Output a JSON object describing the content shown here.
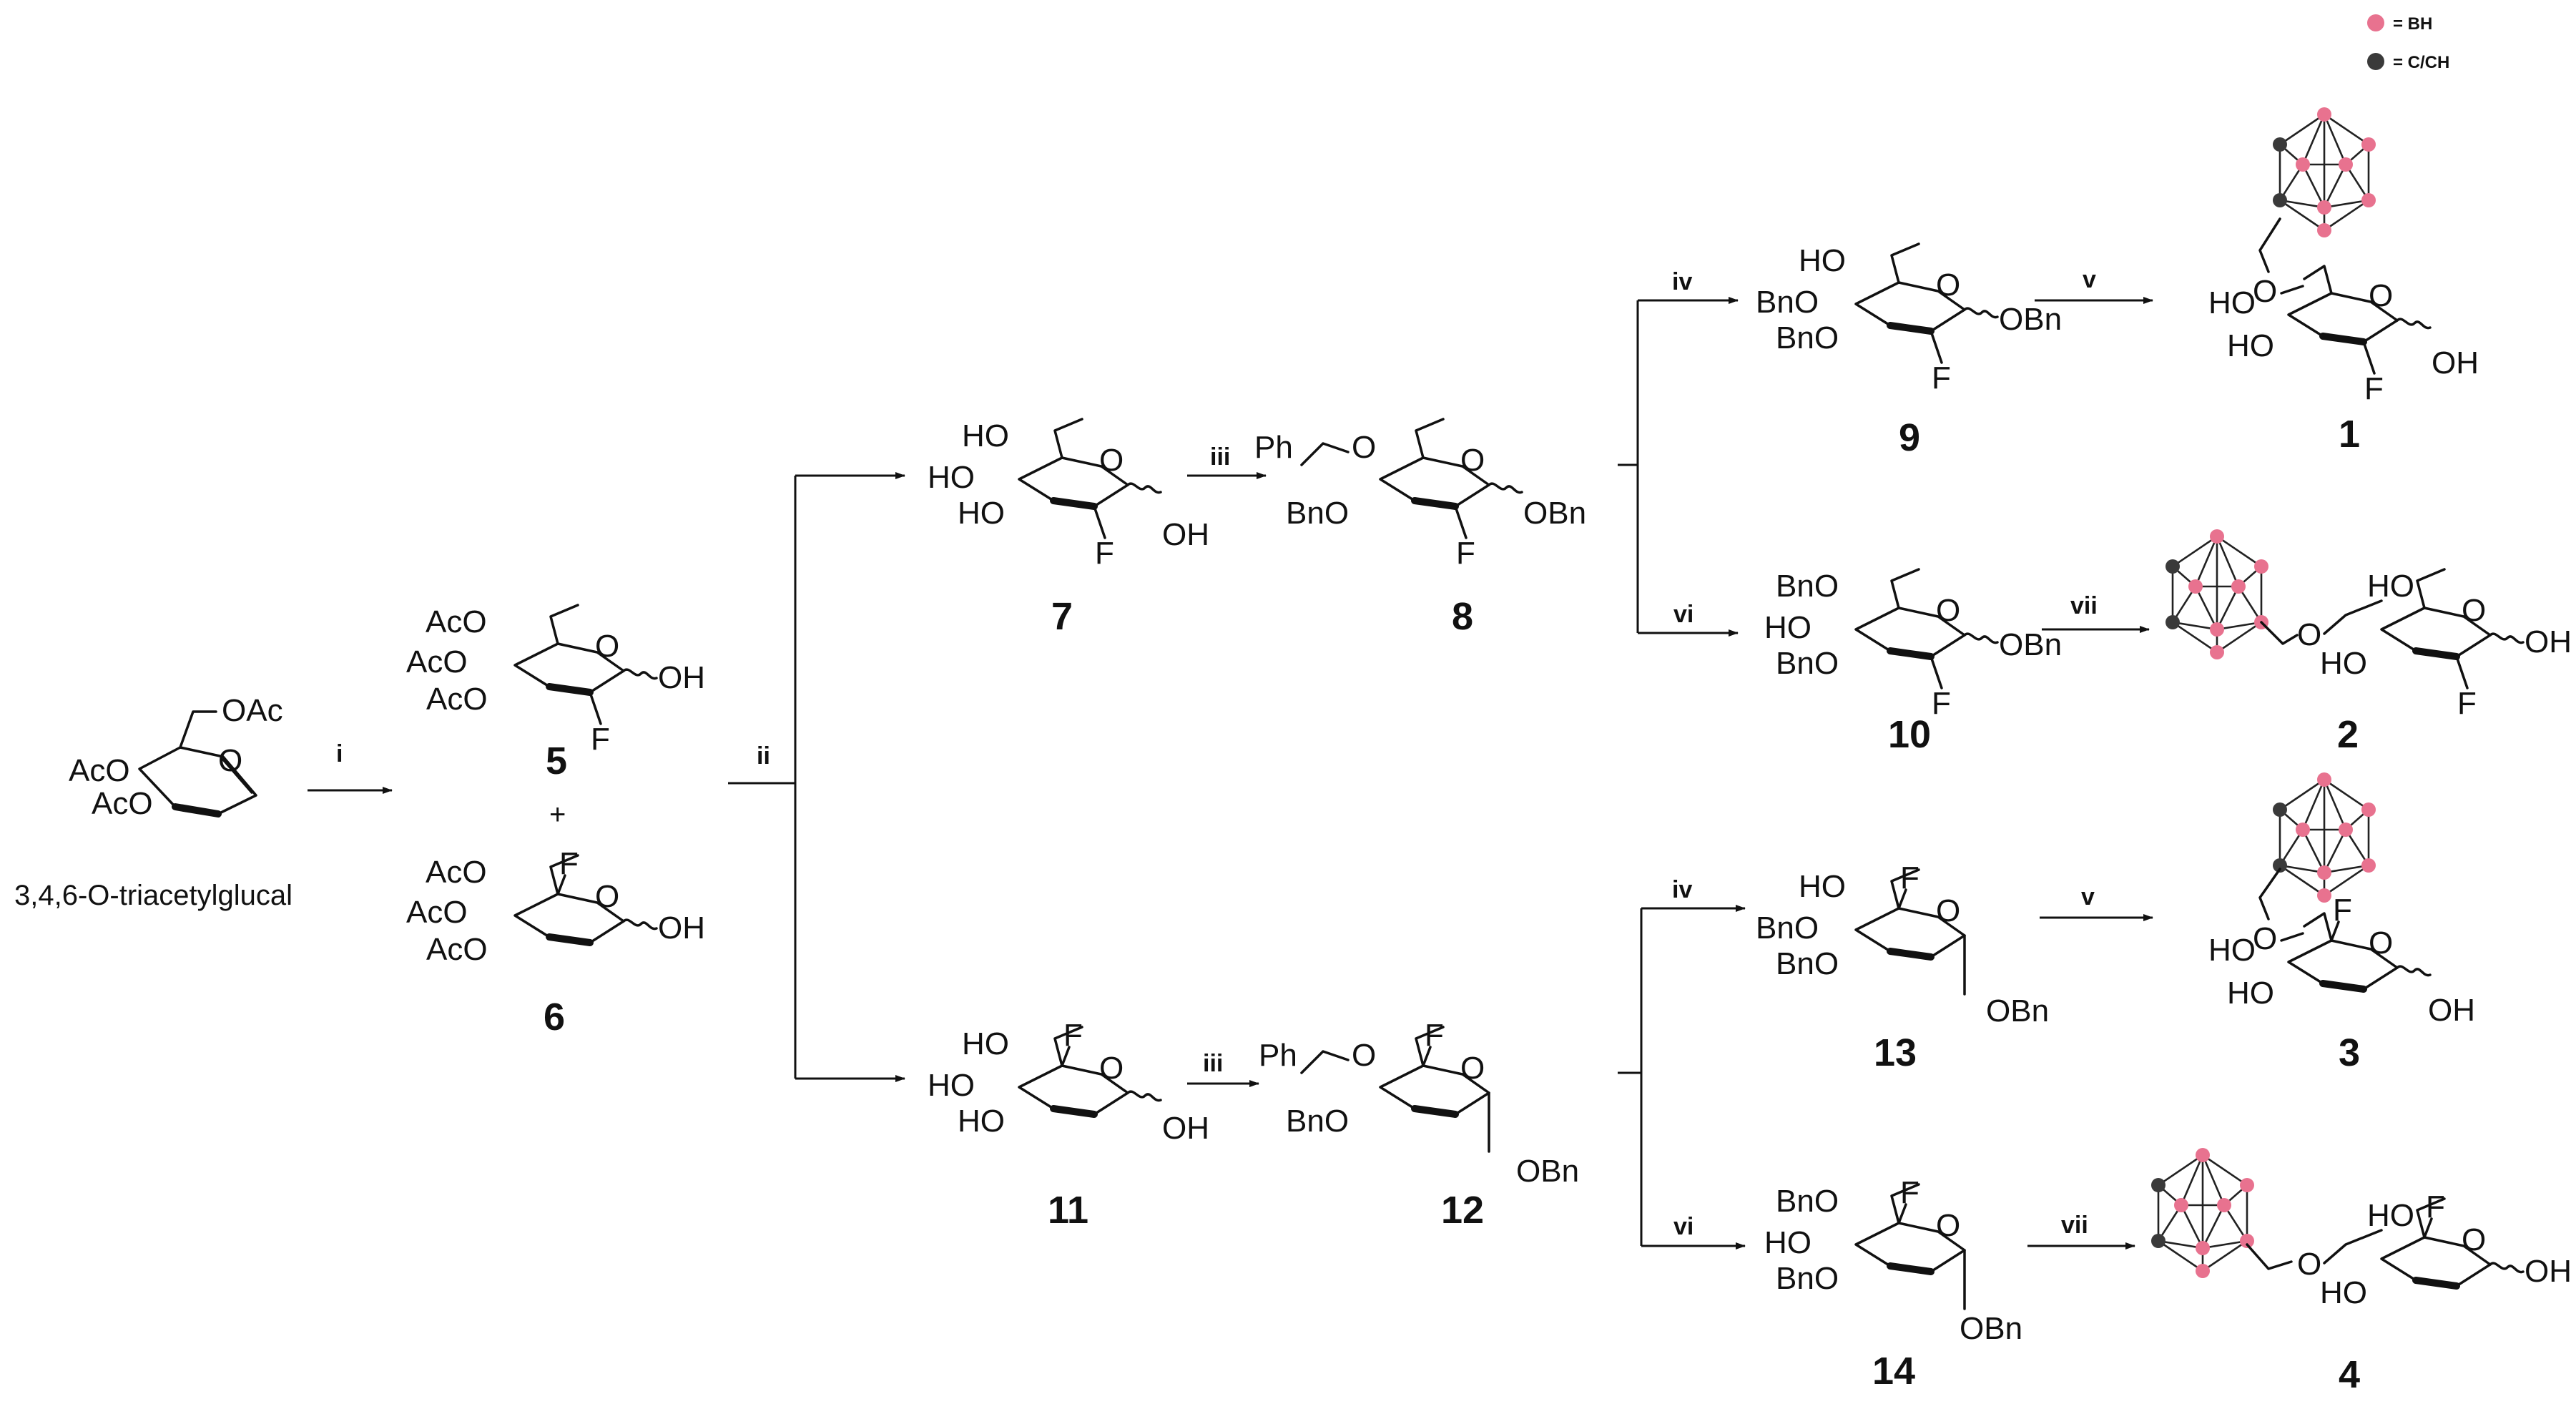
{
  "legend": {
    "bh": "= BH",
    "cch": "= C/CH",
    "colors": {
      "bh": "#e8728f",
      "cch": "#3a3a3a"
    }
  },
  "start_name": "3,4,6-O-triacetylglucal",
  "numbers": {
    "c1": "1",
    "c2": "2",
    "c3": "3",
    "c4": "4",
    "c5": "5",
    "c6": "6",
    "c7": "7",
    "c8": "8",
    "c9": "9",
    "c10": "10",
    "c11": "11",
    "c12": "12",
    "c13": "13",
    "c14": "14"
  },
  "plus": "+",
  "reagents": {
    "i": "i",
    "ii": "ii",
    "iii": "iii",
    "iv": "iv",
    "v": "v",
    "vi": "vi",
    "vii": "vii"
  },
  "groups": {
    "OAc": "OAc",
    "AcO": "AcO",
    "OH": "OH",
    "HO": "HO",
    "F": "F",
    "O": "O",
    "OBn": "OBn",
    "BnO": "BnO",
    "Ph": "Ph"
  }
}
